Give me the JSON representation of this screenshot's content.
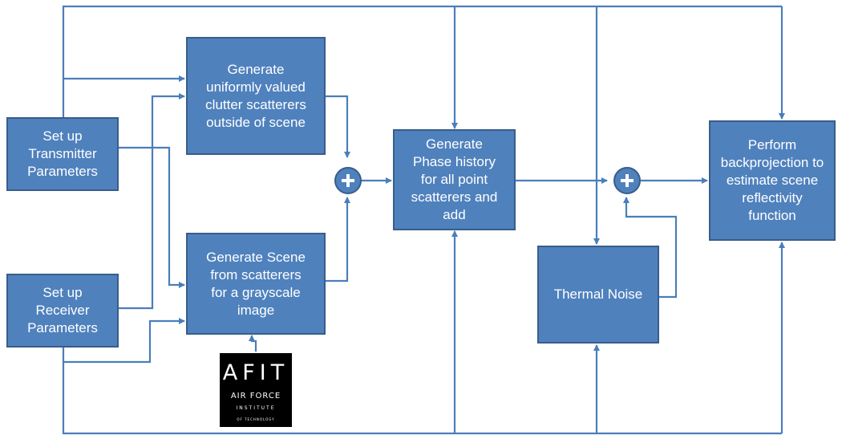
{
  "diagram": {
    "transmitter": "Set up\nTransmitter\nParameters",
    "receiver": "Set up\nReceiver\nParameters",
    "clutter": "Generate\nuniformly valued\nclutter scatterers\noutside of scene",
    "scene": "Generate Scene\nfrom scatterers\nfor a grayscale\nimage",
    "phase_history": "Generate\nPhase history\nfor all point\nscatterers and\nadd",
    "thermal_noise": "Thermal Noise",
    "backprojection": "Perform\nbackprojection to\nestimate scene\nreflectivity\nfunction"
  },
  "logo": {
    "line1": "AFIT",
    "line2": "AIR FORCE",
    "line3": "INSTITUTE",
    "line4": "OF TECHNOLOGY"
  },
  "colors": {
    "box_fill": "#4f81bd",
    "box_border": "#385d8a",
    "line": "#4a7ebb"
  }
}
